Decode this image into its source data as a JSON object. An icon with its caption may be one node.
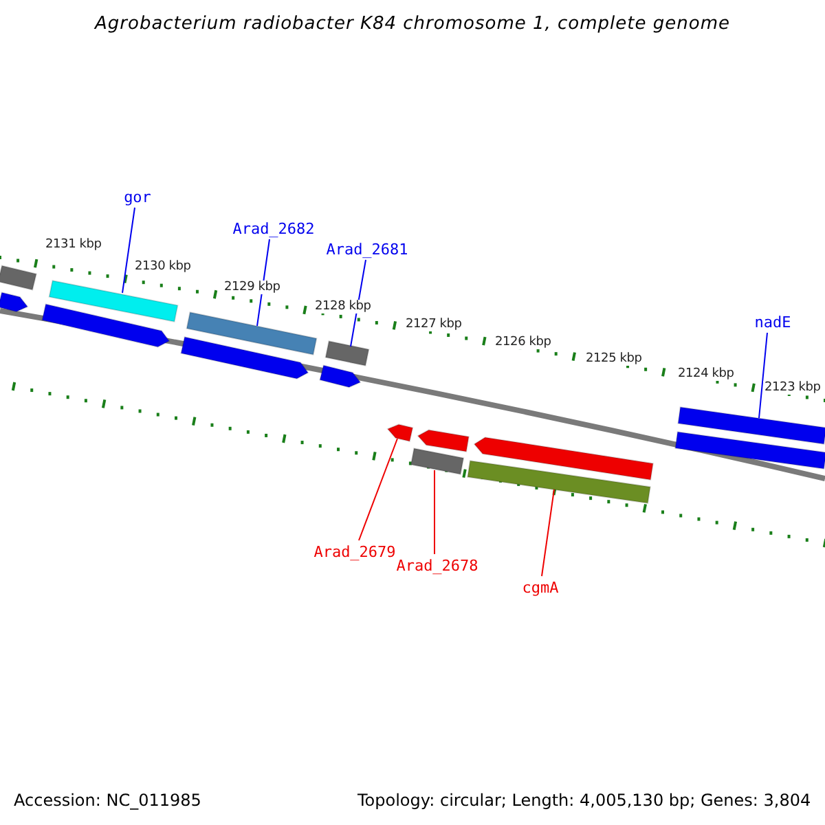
{
  "diagram": {
    "title": "Agrobacterium radiobacter K84 chromosome 1, complete genome",
    "nodes": [
      {
        "text": [
          "gor"
        ]
      },
      {
        "text": [],
        "shape": "bar"
      },
      {
        "text": [
          "Arad_2682"
        ]
      },
      {
        "text": [],
        "shape": "bar"
      },
      {
        "text": [
          "Arad_2681"
        ]
      },
      {
        "text": [],
        "shape": "bar"
      },
      {
        "text": [
          "Arad_2679"
        ]
      },
      {
        "text": [],
        "shape": "bar"
      },
      {
        "text": [
          "Arad_2678"
        ]
      },
      {
        "text": [],
        "shape": "bar"
      },
      {
        "text": [
          "cgmA"
        ]
      },
      {
        "text": [],
        "shape": "bar"
      },
      {
        "text": [
          "nadE"
        ]
      },
      {
        "text": [],
        "shape": "bar"
      },
      {
        "text": [],
        "shape": "bar"
      },
      {
        "text": [],
        "shape": "bar"
      },
      {
        "text": [],
        "shape": "bar"
      },
      {
        "text": [],
        "shape": "bar"
      },
      {
        "text": [],
        "shape": "bar"
      },
      {
        "text": [],
        "shape": "bar"
      },
      {
        "text": [],
        "shape": "bar"
      },
      {
        "text": [],
        "shape": "bar"
      }
    ],
    "edges": [
      {
        "from": 0,
        "to": 1,
        "arrow": "none"
      },
      {
        "from": 2,
        "to": 3,
        "arrow": "none"
      },
      {
        "from": 4,
        "to": 5,
        "arrow": "none"
      },
      {
        "from": 6,
        "to": 7,
        "arrow": "none",
        "color": "#ee0000"
      },
      {
        "from": 8,
        "to": 9,
        "arrow": "none",
        "color": "#ee0000"
      },
      {
        "from": 10,
        "to": 11,
        "arrow": "none",
        "color": "#ee0000"
      },
      {
        "from": 12,
        "to": 13,
        "arrow": "none"
      }
    ],
    "labels": [
      "2131 kbp",
      "2130 kbp",
      "2129 kbp",
      "2128 kbp",
      "2127 kbp",
      "2126 kbp",
      "2125 kbp",
      "2124 kbp",
      "2123 kbp",
      "Accession: NC_011985",
      "Topology: circular; Length: 4,005,130 bp; Genes: 3,804"
    ]
  }
}
